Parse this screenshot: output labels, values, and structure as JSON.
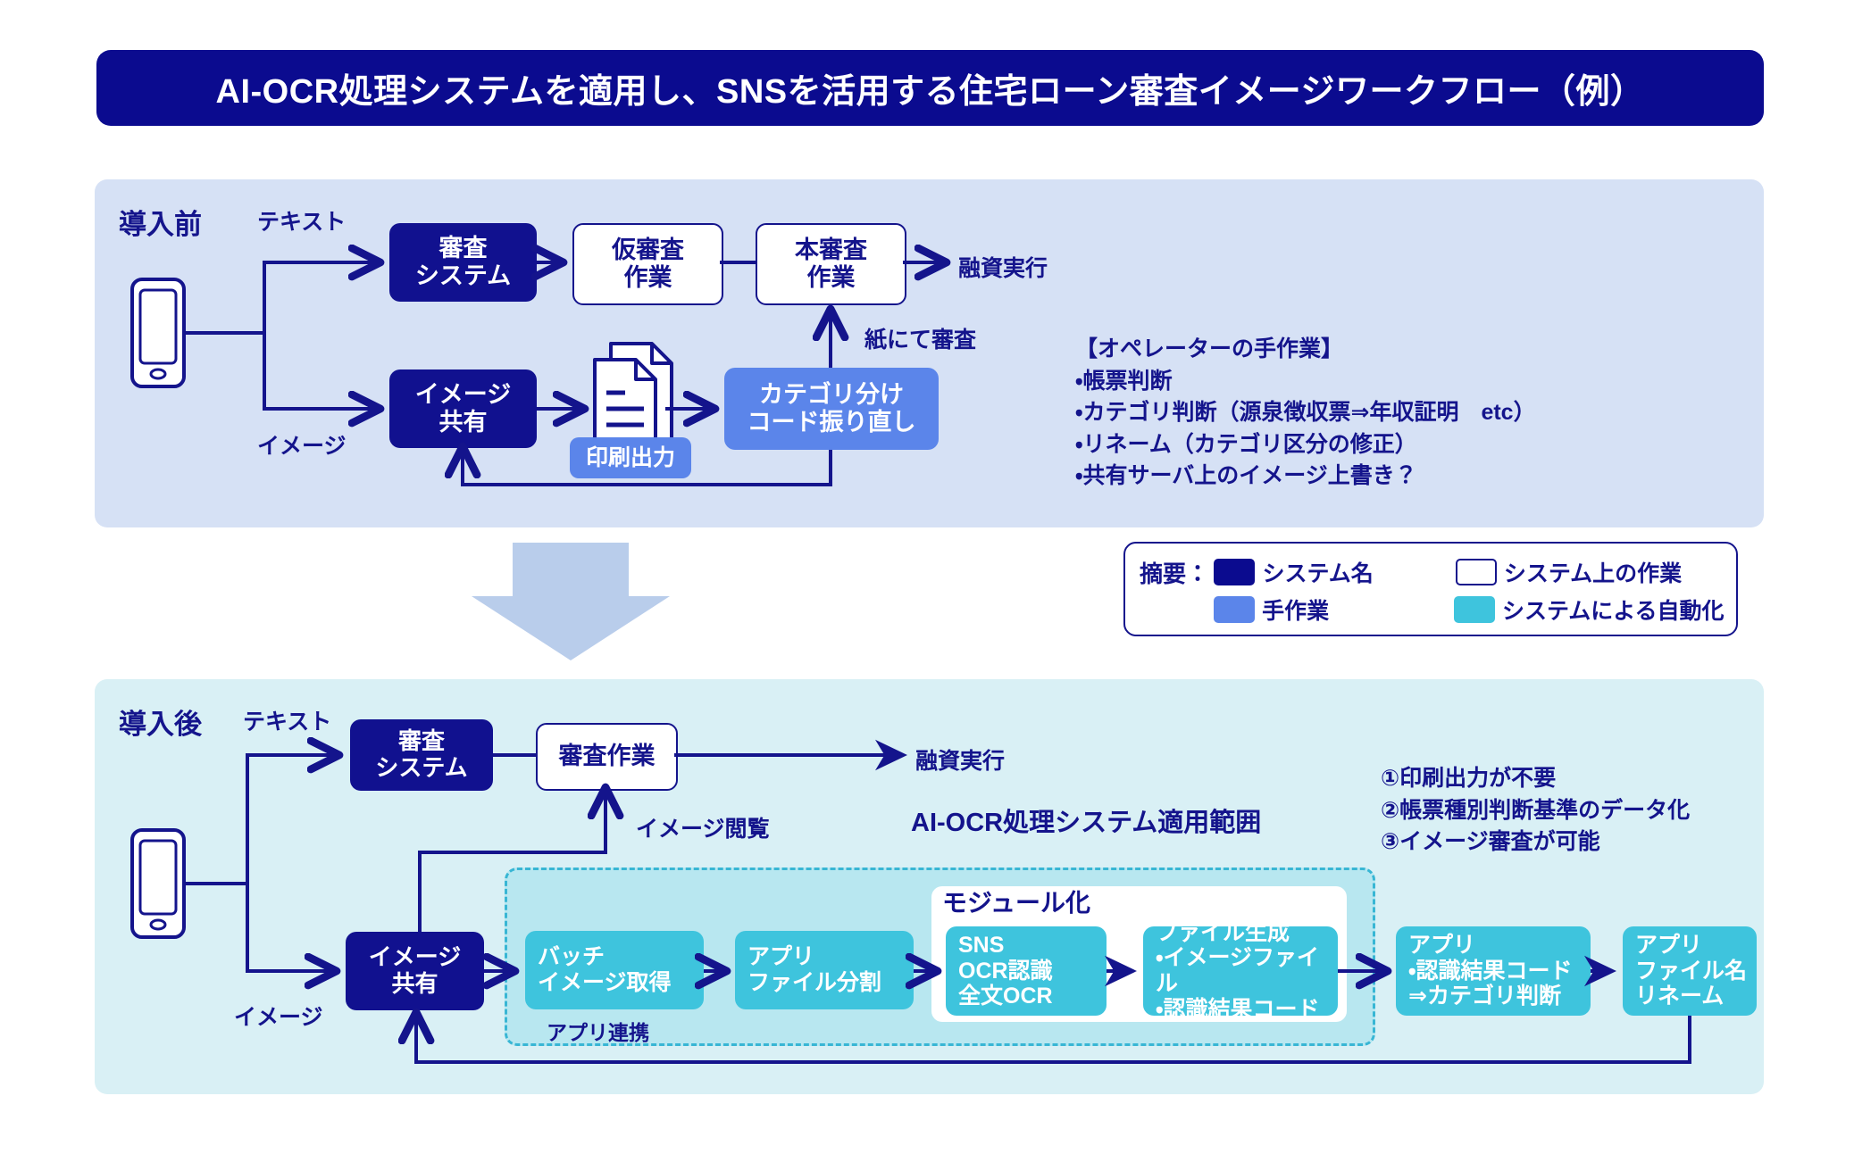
{
  "title": "AI-OCR処理システムを適用し、SNSを活用する住宅ローン審査イメージワークフロー（例）",
  "before": {
    "phase_label": "導入前",
    "text_label": "テキスト",
    "image_label": "イメージ",
    "device_icon": "smartphone-icon",
    "boxes": {
      "screening_system": "審査\nシステム",
      "screening_system_l1": "審査",
      "screening_system_l2": "システム",
      "pre_screening_l1": "仮審査",
      "pre_screening_l2": "作業",
      "main_screening_l1": "本審査",
      "main_screening_l2": "作業",
      "image_share_l1": "イメージ",
      "image_share_l2": "共有",
      "print_output": "印刷出力",
      "category_l1": "カテゴリ分け",
      "category_l2": "コード振り直し"
    },
    "loan_exec": "融資実行",
    "paper_review": "紙にて審査",
    "doc_icon": "documents-icon",
    "operator_notes": {
      "heading": "【オペレーターの手作業】",
      "items": [
        "・帳票判断",
        "・カテゴリ判断（源泉徴収票⇒年収証明　etc）",
        "・リネーム（カテゴリ区分の修正）",
        "・共有サーバ上のイメージ上書き？"
      ]
    }
  },
  "legend": {
    "heading": "摘要：",
    "items": [
      {
        "label": "システム名",
        "swatch": "sw-sysname",
        "color": "#0b0b8f"
      },
      {
        "label": "システム上の作業",
        "swatch": "sw-syswork",
        "color": "#ffffff"
      },
      {
        "label": "手作業",
        "swatch": "sw-manual",
        "color": "#5b85ea"
      },
      {
        "label": "システムによる自動化",
        "swatch": "sw-auto",
        "color": "#3ec4dd"
      }
    ]
  },
  "after": {
    "phase_label": "導入後",
    "text_label": "テキスト",
    "image_label": "イメージ",
    "device_icon": "smartphone-icon",
    "boxes": {
      "screening_system_l1": "審査",
      "screening_system_l2": "システム",
      "screening_work": "審査作業",
      "image_share_l1": "イメージ",
      "image_share_l2": "共有",
      "batch_l1": "バッチ",
      "batch_l2": "イメージ取得",
      "split_l1": "アプリ",
      "split_l2": "ファイル分割",
      "ocr_l1": "SNS",
      "ocr_l2": "OCR認識",
      "ocr_l3": "全文OCR",
      "filegen_l1": "ファイル生成",
      "filegen_l2": "・イメージファイル",
      "filegen_l3": "・認識結果コード",
      "categorize_l1": "アプリ",
      "categorize_l2": "・認識結果コード",
      "categorize_l3": "⇒カテゴリ判断",
      "rename_l1": "アプリ",
      "rename_l2": "ファイル名",
      "rename_l3": "リネーム"
    },
    "loan_exec": "融資実行",
    "image_view": "イメージ閲覧",
    "scope_title": "AI-OCR処理システム適用範囲",
    "module_title": "モジュール化",
    "app_link": "アプリ連携",
    "benefit_notes": [
      "①印刷出力が不要",
      "②帳票種別判断基準のデータ化",
      "③イメージ審査が可能"
    ]
  }
}
